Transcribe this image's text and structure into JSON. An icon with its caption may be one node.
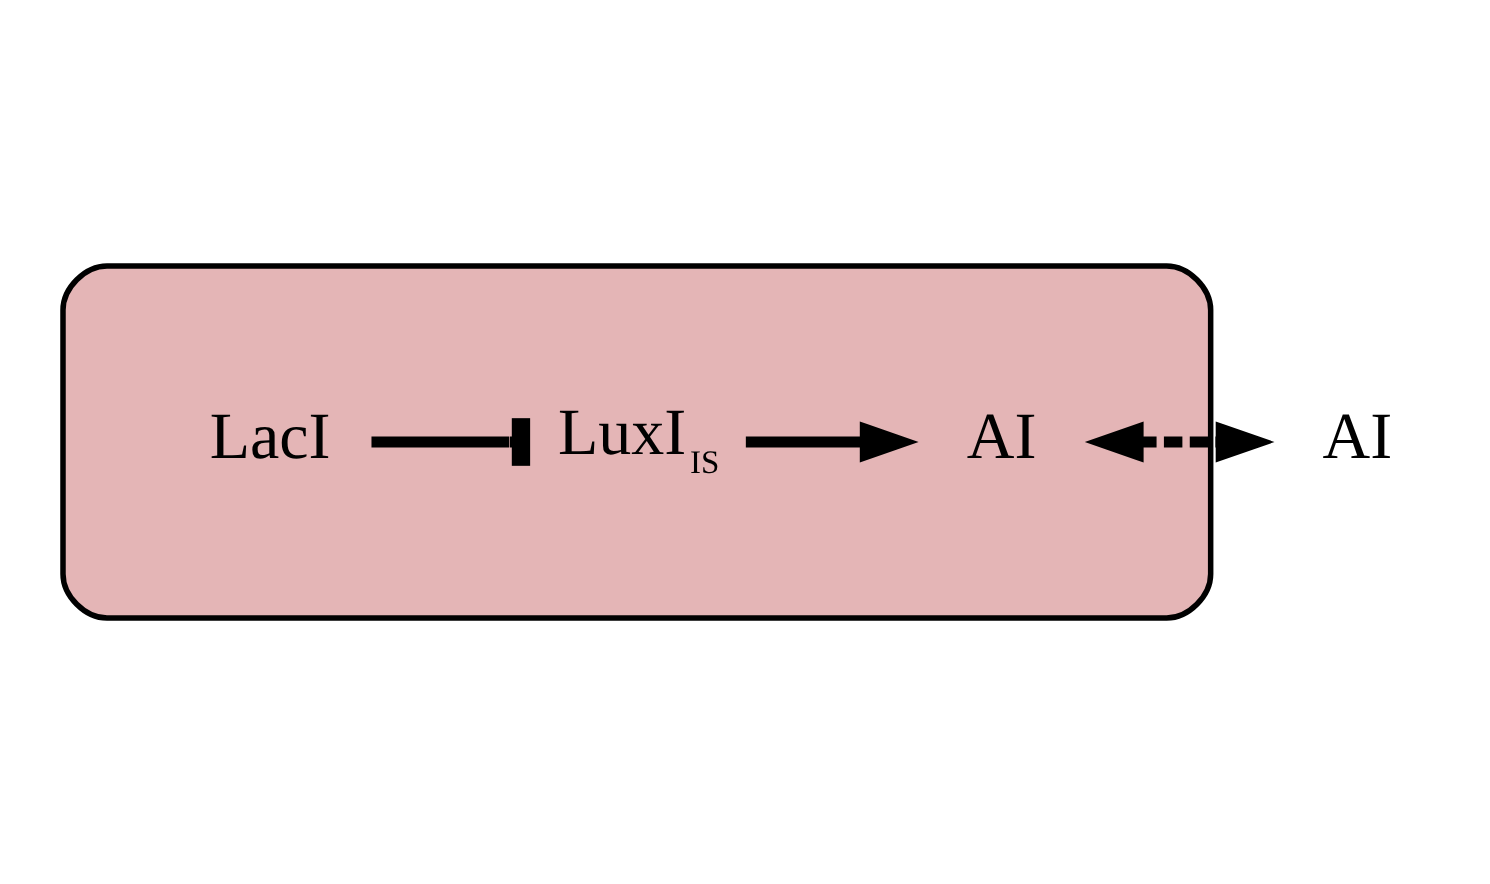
{
  "diagram": {
    "nodes": [
      {
        "text": [],
        "shape": "ellipse"
      },
      {
        "text": [
          "LacI"
        ],
        "in": 0
      },
      {
        "text": [
          "LuxI$_{IS}$"
        ],
        "in": 0
      },
      {
        "text": [
          "AI"
        ],
        "in": 0
      },
      {
        "text": [
          "AI"
        ]
      }
    ],
    "edges": [
      {
        "from": 1,
        "to": 2,
        "arrow": "other"
      },
      {
        "from": 2,
        "to": 3,
        "arrow": "to"
      },
      {
        "from": 3,
        "to": 4,
        "arrow": "both",
        "style": "dashed"
      }
    ]
  }
}
